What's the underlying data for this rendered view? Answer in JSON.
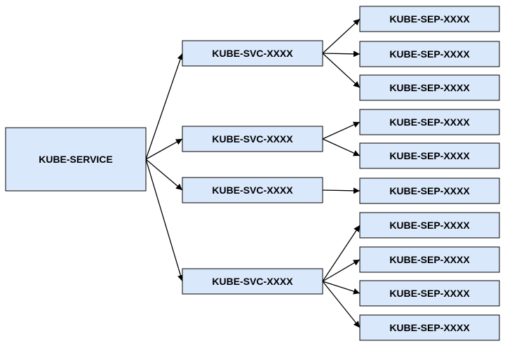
{
  "diagram": {
    "root": {
      "label": "KUBE-SERVICE"
    },
    "services": [
      {
        "label": "KUBE-SVC-XXXX",
        "endpoints": [
          "KUBE-SEP-XXXX",
          "KUBE-SEP-XXXX",
          "KUBE-SEP-XXXX"
        ]
      },
      {
        "label": "KUBE-SVC-XXXX",
        "endpoints": [
          "KUBE-SEP-XXXX",
          "KUBE-SEP-XXXX"
        ]
      },
      {
        "label": "KUBE-SVC-XXXX",
        "endpoints": [
          "KUBE-SEP-XXXX"
        ]
      },
      {
        "label": "KUBE-SVC-XXXX",
        "endpoints": [
          "KUBE-SEP-XXXX",
          "KUBE-SEP-XXXX",
          "KUBE-SEP-XXXX",
          "KUBE-SEP-XXXX"
        ]
      }
    ],
    "colors": {
      "node_fill": "#dae8fc",
      "stroke": "#000000",
      "text": "#000000"
    }
  }
}
